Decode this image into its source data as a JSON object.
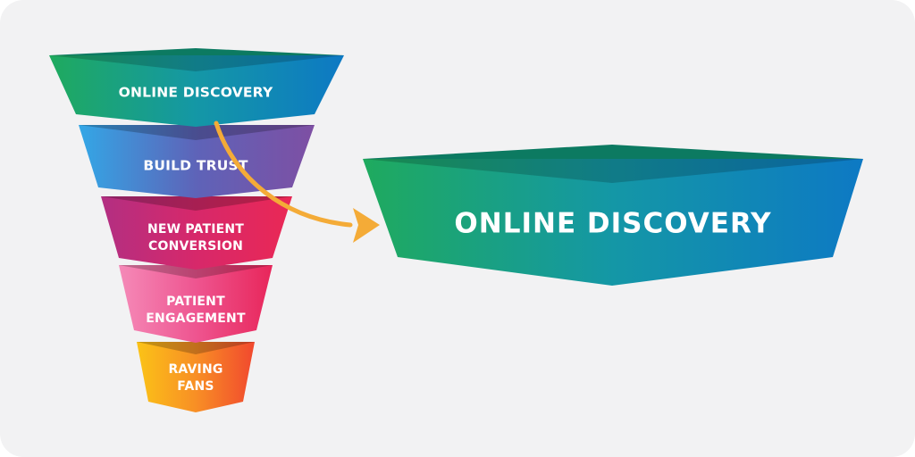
{
  "funnel": {
    "stages": [
      {
        "lines": [
          "ONLINE DISCOVERY"
        ]
      },
      {
        "lines": [
          "BUILD TRUST"
        ]
      },
      {
        "lines": [
          "NEW PATIENT",
          "CONVERSION"
        ]
      },
      {
        "lines": [
          "PATIENT",
          "ENGAGEMENT"
        ]
      },
      {
        "lines": [
          "RAVING",
          "FANS"
        ]
      }
    ]
  },
  "highlight": {
    "label": "ONLINE DISCOVERY"
  },
  "colors": {
    "background": "#f2f2f3",
    "arrow": "#f4ab37",
    "discovery": [
      "#1faa5e",
      "#1497a6",
      "#0d79c4"
    ],
    "trust": [
      "#33a7e6",
      "#5e63b8",
      "#7e4fa3"
    ],
    "conversion": [
      "#b22f82",
      "#d7286a",
      "#ea2855"
    ],
    "engagement": [
      "#f58ab8",
      "#ee5590",
      "#e8265a"
    ],
    "fans": [
      "#fbc317",
      "#f88f25",
      "#f1482e"
    ]
  }
}
